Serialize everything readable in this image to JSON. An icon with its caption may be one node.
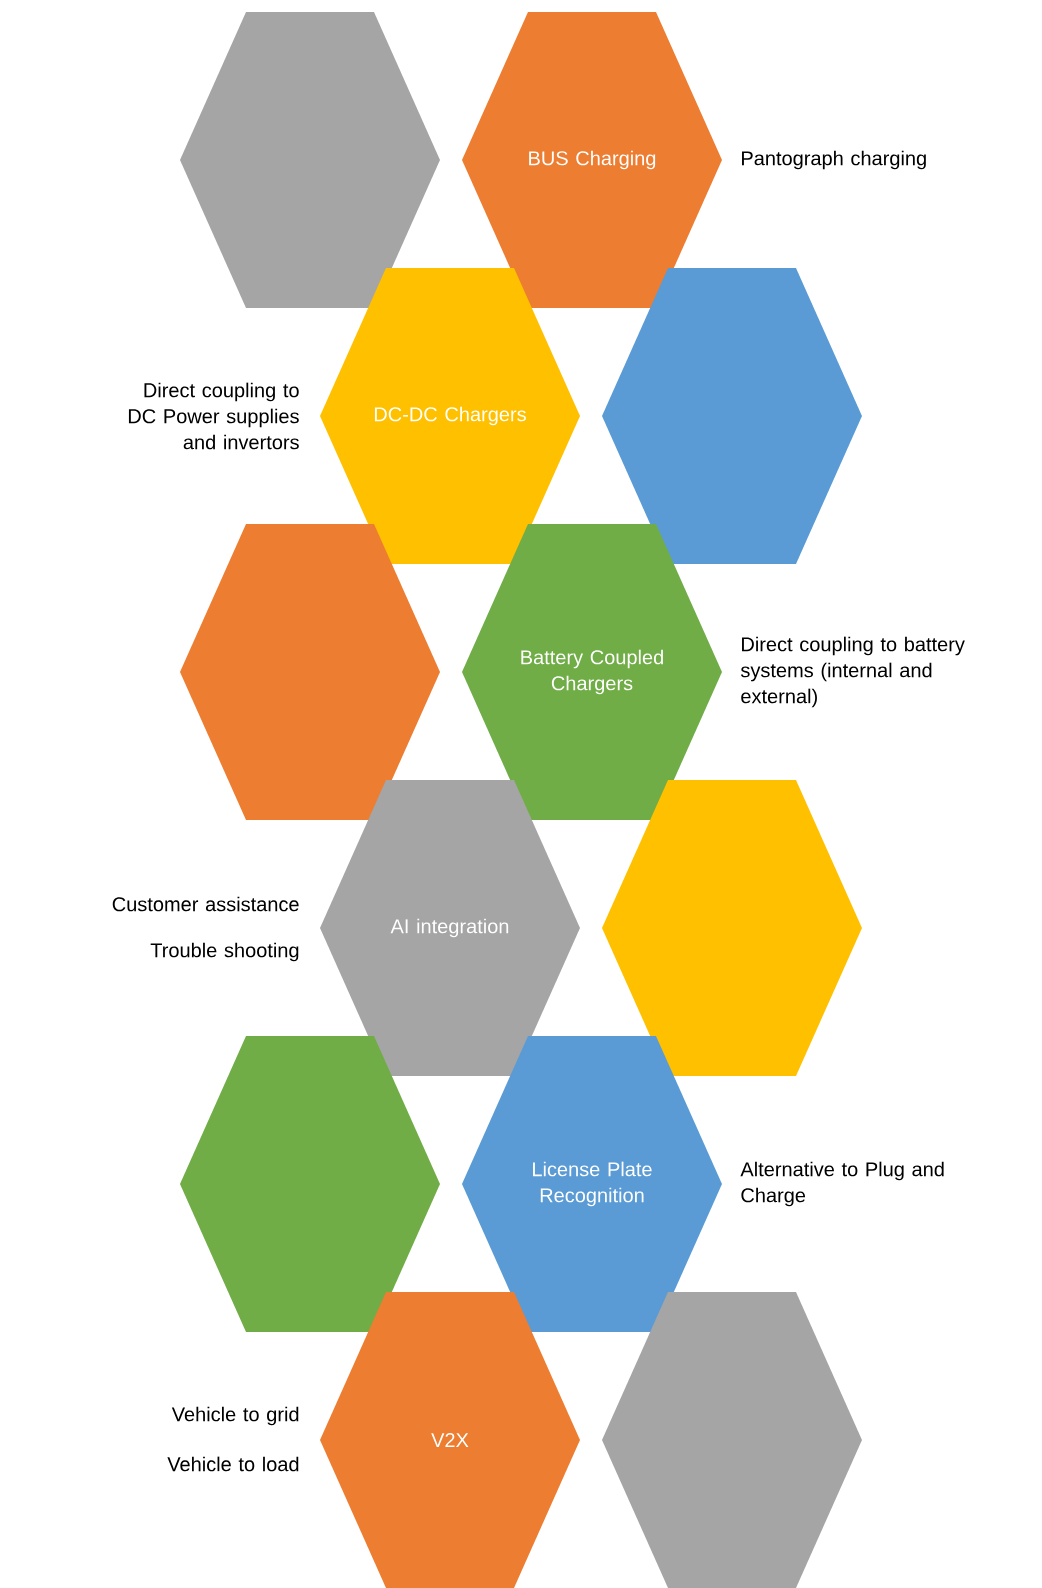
{
  "diagram": {
    "nodes": [
      {
        "text": [],
        "shape": "hexagon"
      },
      {
        "text": [
          "BUS Charging"
        ],
        "beside": [
          "Pantograph charging"
        ]
      },
      {
        "text": [
          "DC-DC Chargers"
        ],
        "beside": [
          "Direct coupling to DC Power supplies and invertors"
        ]
      },
      {
        "text": [],
        "shape": "hexagon"
      },
      {
        "text": [],
        "shape": "hexagon"
      },
      {
        "text": [
          "Battery Coupled Chargers"
        ],
        "beside": [
          "Direct coupling to battery systems (internal and external)"
        ]
      },
      {
        "text": [
          "AI integration"
        ],
        "beside": [
          "Customer assistance",
          "Trouble shooting"
        ]
      },
      {
        "text": [],
        "shape": "hexagon"
      },
      {
        "text": [],
        "shape": "hexagon"
      },
      {
        "text": [
          "License Plate Recognition"
        ],
        "beside": [
          "Alternative to Plug and Charge"
        ]
      },
      {
        "text": [
          "V2X"
        ],
        "beside": [
          "Vehicle to grid",
          "Vehicle to load"
        ]
      },
      {
        "text": [],
        "shape": "hexagon"
      }
    ]
  }
}
